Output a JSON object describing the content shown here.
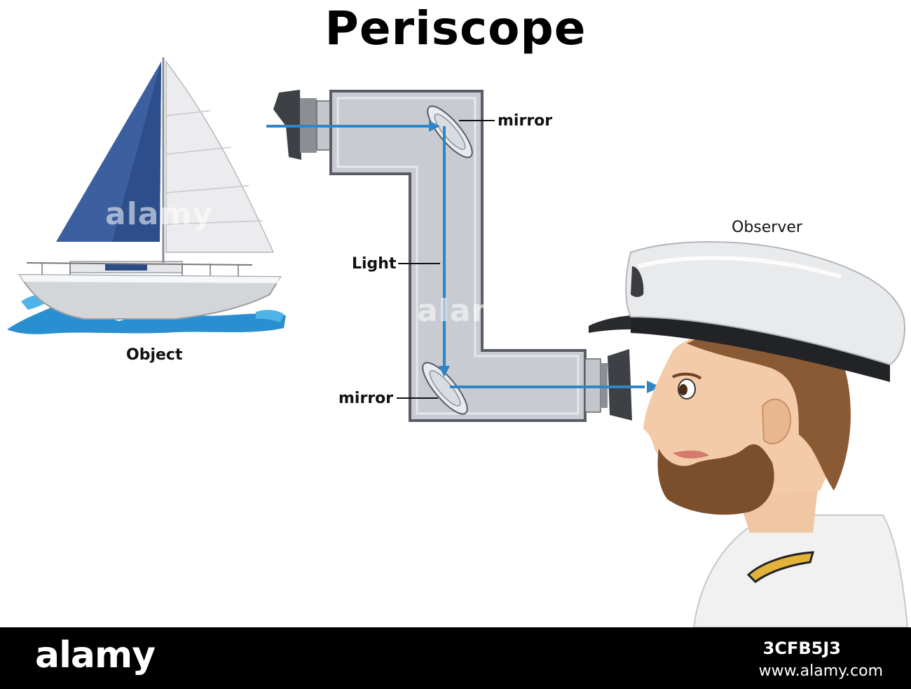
{
  "title": "Periscope",
  "labels": {
    "object": "Object",
    "observer": "Observer",
    "mirror_top": "mirror",
    "mirror_bottom": "mirror",
    "light": "Light"
  },
  "watermark": "alamy",
  "footer": {
    "brand": "alamy",
    "image_id": "3CFB5J3",
    "site": "www.alamy.com"
  },
  "colors": {
    "light_ray": "#2f86c6",
    "periscope_fill": "#c8ccd2",
    "periscope_stroke": "#5a5d63",
    "sail_blue": "#3c5f9f",
    "water": "#2a8fd0",
    "footer_bg": "#000000"
  },
  "icons": {
    "boat": "sailboat-icon",
    "periscope": "periscope-icon",
    "observer": "captain-observer-icon"
  }
}
